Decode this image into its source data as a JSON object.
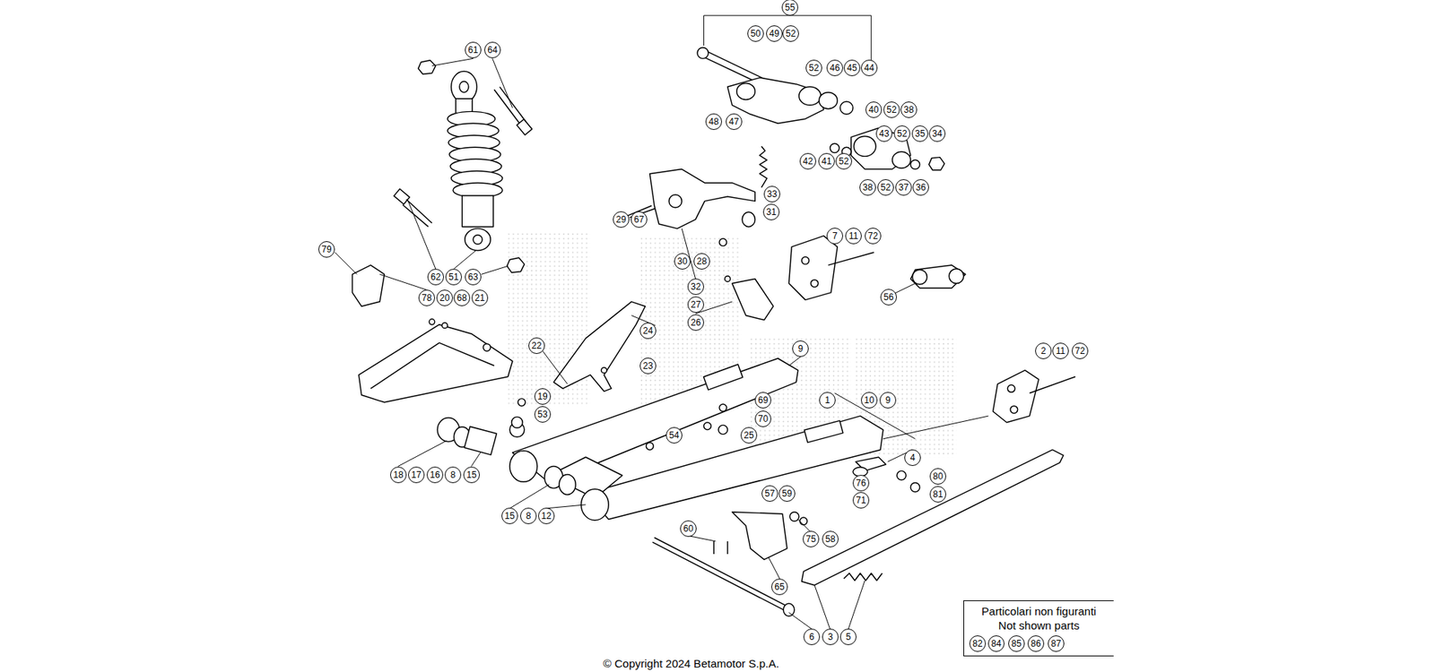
{
  "diagram": {
    "caption": "© Copyright 2024 Betamotor S.p.A.",
    "nodes": [
      {
        "text": [
          "Particolari non figuranti",
          "Not shown parts"
        ]
      }
    ],
    "labels": [
      "55",
      "50",
      "49",
      "52",
      "52",
      "46",
      "45",
      "44",
      "48",
      "47",
      "40",
      "52",
      "38",
      "43",
      "52",
      "35",
      "34",
      "42",
      "41",
      "52",
      "38",
      "52",
      "37",
      "36",
      "61",
      "64",
      "33",
      "31",
      "29",
      "67",
      "7",
      "11",
      "72",
      "79",
      "30",
      "28",
      "62",
      "51",
      "63",
      "32",
      "56",
      "78",
      "20",
      "68",
      "21",
      "27",
      "26",
      "24",
      "22",
      "9",
      "2",
      "11",
      "72",
      "23",
      "19",
      "69",
      "1",
      "10",
      "9",
      "53",
      "70",
      "54",
      "25",
      "4",
      "18",
      "17",
      "16",
      "8",
      "15",
      "80",
      "76",
      "57",
      "59",
      "81",
      "71",
      "15",
      "8",
      "12",
      "60",
      "75",
      "58",
      "65",
      "6",
      "3",
      "5",
      "82",
      "84",
      "85",
      "86",
      "87"
    ]
  }
}
